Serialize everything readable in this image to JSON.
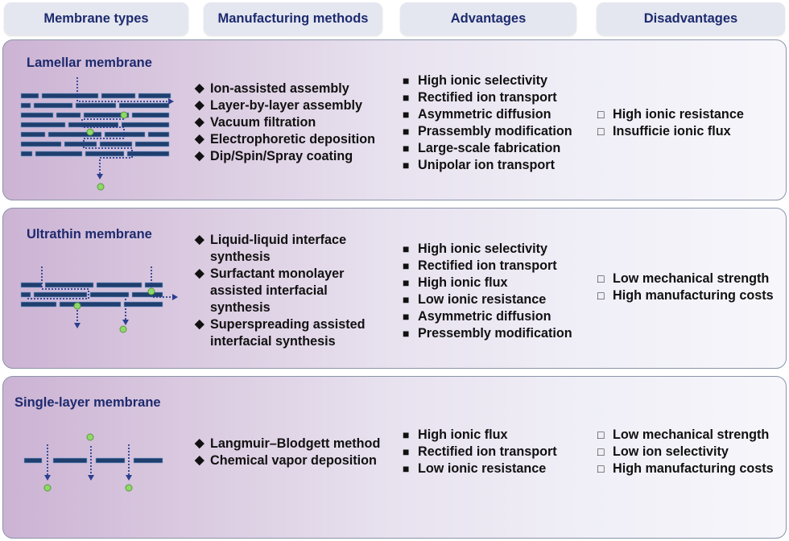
{
  "headers": [
    "Membrane types",
    "Manufacturing methods",
    "Advantages",
    "Disadvantages"
  ],
  "glyphs": {
    "method": "◆",
    "advantage": "■",
    "disadvantage": "□"
  },
  "colors": {
    "header_text": "#1d2a6e",
    "layer": "#1f3f6e",
    "path": "#2a3f8f",
    "ion": "#7fd04f"
  },
  "rows": [
    {
      "title": "Lamellar membrane",
      "methods": [
        "Ion-assisted assembly",
        "Layer-by-layer assembly",
        "Vacuum filtration",
        "Electrophoretic deposition",
        "Dip/Spin/Spray coating"
      ],
      "advantages": [
        "High ionic selectivity",
        "Rectified ion transport",
        "Asymmetric diffusion",
        "Prassembly modification",
        "Large-scale fabrication",
        "Unipolar ion transport"
      ],
      "disadvantages": [
        "High ionic resistance",
        "Insufficie ionic flux"
      ]
    },
    {
      "title": "Ultrathin membrane",
      "methods": [
        "Liquid-liquid interface synthesis",
        "Surfactant monolayer assisted interfacial synthesis",
        "Superspreading assisted interfacial synthesis"
      ],
      "advantages": [
        "High ionic selectivity",
        "Rectified ion transport",
        "High ionic flux",
        "Low ionic resistance",
        "Asymmetric diffusion",
        "Pressembly modification"
      ],
      "disadvantages": [
        "Low mechanical strength",
        "High manufacturing costs"
      ]
    },
    {
      "title": "Single-layer membrane",
      "methods": [
        "Langmuir–Blodgett method",
        "Chemical vapor deposition"
      ],
      "advantages": [
        "High ionic flux",
        "Rectified ion transport",
        "Low ionic resistance"
      ],
      "disadvantages": [
        "Low mechanical strength",
        "Low ion selectivity",
        "High manufacturing costs"
      ]
    }
  ]
}
